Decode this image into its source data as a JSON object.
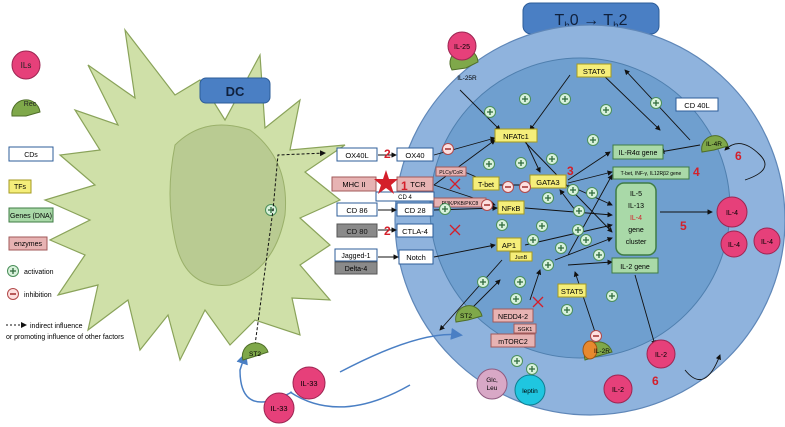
{
  "title": {
    "main": "T",
    "sub0": "h",
    "mid0": "0 → T",
    "sub1": "h",
    "mid1": "2"
  },
  "legend": {
    "ils": "ILs",
    "rec": "Rec",
    "cds": "CDs",
    "tfs": "TFs",
    "genes": "Genes (DNA)",
    "enzymes": "enzymes",
    "activation": "activation",
    "inhibition": "inhibition",
    "indirect1": "indirect influence",
    "indirect2": "or promoting influence of other factors"
  },
  "dc": {
    "label": "DC",
    "molecules": {
      "ox40l": "OX40L",
      "mhc": "MHC II",
      "cd86": "CD 86",
      "cd80": "CD 80",
      "jagged": "Jagged-1",
      "delta": "Delta-4"
    }
  },
  "tcell": {
    "receptors": {
      "ox40": "OX40",
      "tcr": "TCR",
      "cd4": "CD 4",
      "cd28": "CD 28",
      "ctla4": "CTLA-4",
      "notch": "Notch",
      "cd40l": "CD 40L"
    },
    "tfs": {
      "stat6": "STAT6",
      "nfatc1": "NFATc1",
      "tbet": "T-bet",
      "gata3": "GATA3",
      "nfkb": "NFκB",
      "ap1": "AP1",
      "junb": "JunB",
      "stat5": "STAT5"
    },
    "enzymes": {
      "plc": "PLCγ/CoR",
      "pi3k": "PI3K/PKB/PKCθ",
      "nedd": "NEDD4-2",
      "sgk1": "SGK1",
      "mtorc2": "mTORC2"
    },
    "genes": {
      "il4ra": "IL-R4α gene",
      "tbetgene": "T-bet, INF-γ, IL12Rβ2 gene",
      "il2gene": "IL-2 gene",
      "cluster": [
        "IL-5",
        "IL-13",
        "IL-4",
        "gene",
        "cluster"
      ]
    },
    "rec": {
      "il25r": "IL-25R",
      "il4r": "IL-4R",
      "il2r": "IL-2R",
      "st2": "ST2"
    }
  },
  "ils": {
    "il25": "IL-25",
    "il4a": "IL-4",
    "il4b": "IL-4",
    "il4c": "IL-4",
    "il2a": "IL-2",
    "il2b": "IL-2",
    "il33a": "IL-33",
    "il33b": "IL-33"
  },
  "nutrients": {
    "glc1": "Glc,",
    "glc2": "Leu",
    "leptin": "leptin"
  },
  "numbers": {
    "n1": "1",
    "n2a": "2",
    "n2b": "2",
    "n3": "3",
    "n4": "4",
    "n5": "5",
    "n6a": "6",
    "n6b": "6"
  },
  "colors": {
    "dc": "#cfe0a8",
    "cellOuter": "#8fb3dd",
    "cellInner": "#6f9fcf",
    "il": "#e6407a",
    "tf": "#f5ee7a",
    "gene": "#a9d9a8",
    "enzyme": "#e7b3b3",
    "title": "#4a7fc4",
    "red": "#d41f2a"
  }
}
